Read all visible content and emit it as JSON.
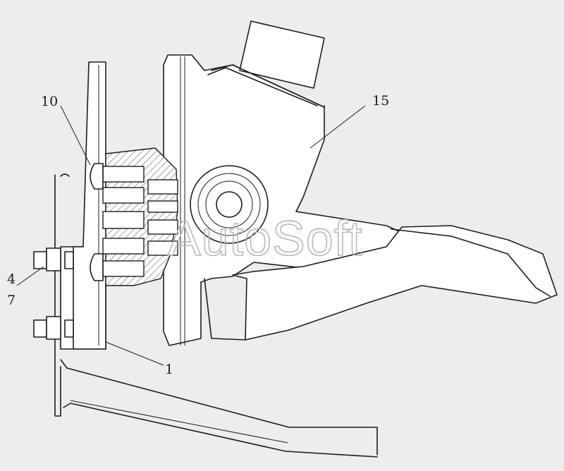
{
  "callouts": {
    "c10": "10",
    "c15": "15",
    "c4": "4",
    "c7": "7",
    "c1": "1"
  },
  "watermark": "AutoSoft"
}
